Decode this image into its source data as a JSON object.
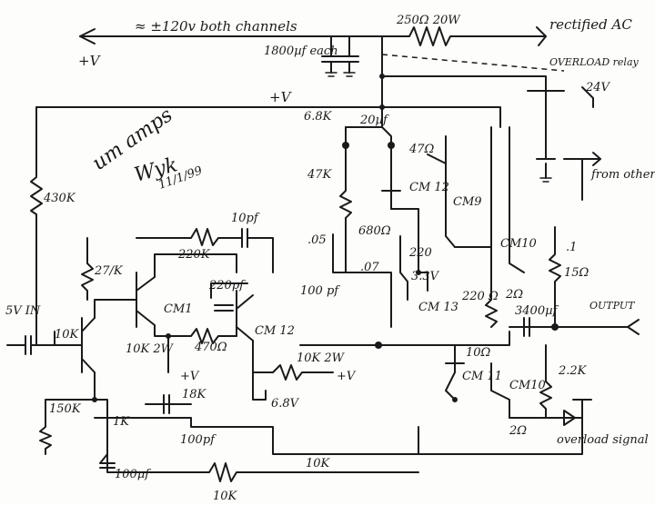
{
  "supply": {
    "rail_note": "≈ ±120v both channels",
    "plus_v_left": "+V",
    "plus_v_main": "+V",
    "resistor_top": "250Ω 20W",
    "rectified": "rectified AC",
    "caps": "1800µf each",
    "overload_relay": "OVERLOAD relay",
    "relay_voltage": "24V"
  },
  "annotation": {
    "author": "Wyk",
    "date": "11/1/99",
    "title": "um amps"
  },
  "components": {
    "r430k": "430K",
    "r220k": "220K",
    "c10pf": "10pf",
    "r27k": "27/K",
    "cm1": "CM1",
    "c220pf": "220pf",
    "cm12a": "CM 12",
    "r470": "470Ω",
    "r10k_2w": "10K 2W",
    "plus_v_mid": "+V",
    "r10k_2w_b": "10K 2W",
    "plus_v_b": "+V",
    "z68": "6.8V",
    "r18k": "18K",
    "c100pf": "100pf",
    "r1k": "1K",
    "c100uf": "100µf",
    "r150k": "150K",
    "r10k_in": "10K",
    "in5": "5V IN",
    "r10k_bot": "10K",
    "r10k_fb": "10K",
    "r68k": "6.8K",
    "c20uf": "20µf",
    "r47k": "47K",
    "r47": "47Ω",
    "c05": ".05",
    "r680": "680Ω",
    "r220": "220",
    "cm12b": "CM 12",
    "cm9": "CM9",
    "cm10a": "CM10",
    "c07": ".07",
    "c100pf_b": "100 pf",
    "z33": "3.3V",
    "cm13": "CM 13",
    "r220b": "220 Ω",
    "r2": "2Ω",
    "c1": ".1",
    "r15": "15Ω",
    "c3400": "3400µf",
    "output": "OUTPUT",
    "r10": "10Ω",
    "cm11": "CM 11",
    "cm10b": "CM10",
    "r22k": "2.2K",
    "r2b": "2Ω",
    "overload_signal": "overload signal",
    "from_other": "from other chanel"
  }
}
